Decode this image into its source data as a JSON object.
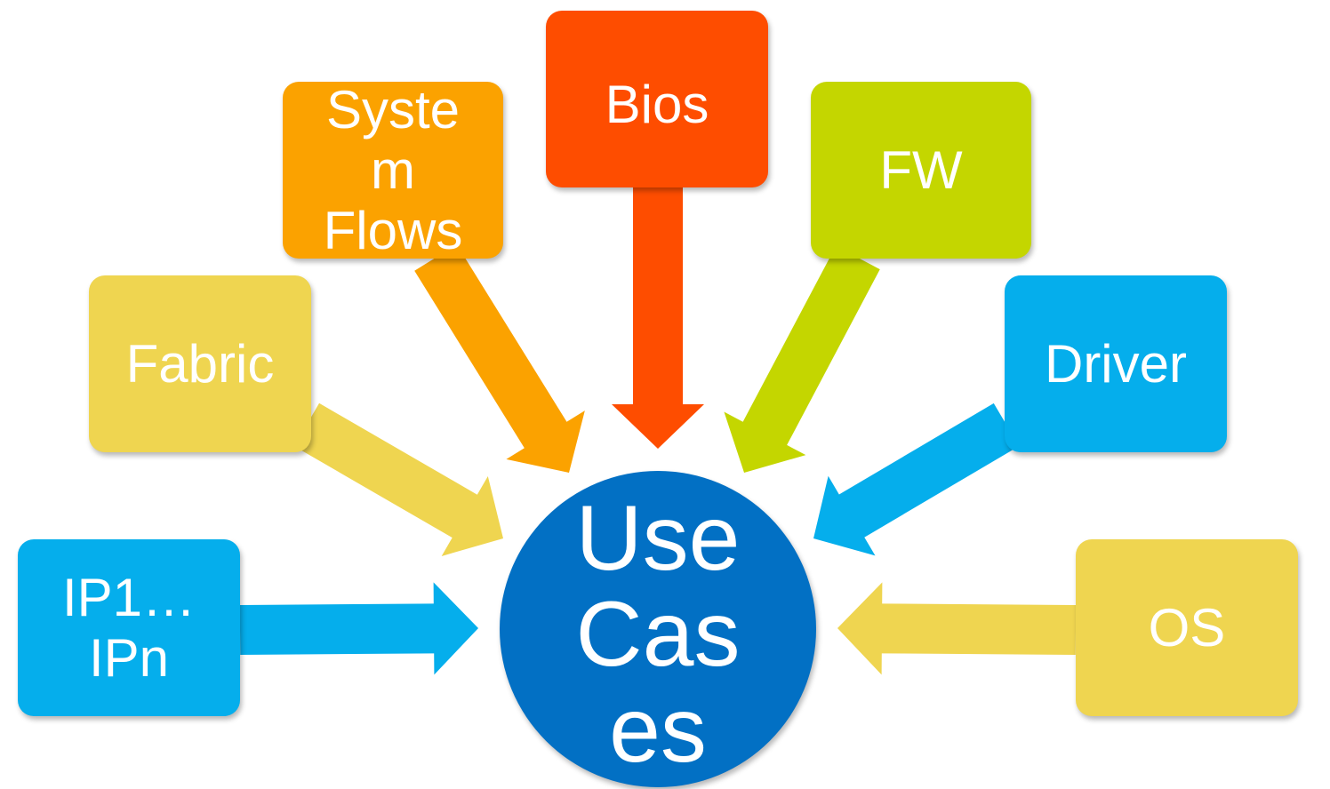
{
  "diagram": {
    "title": "",
    "hub": {
      "label": "Use\nCas\nes",
      "color": "#0270C4"
    },
    "nodes": [
      {
        "id": "ip",
        "label": "IP1…\nIPn",
        "color": "#05AEEC"
      },
      {
        "id": "fabric",
        "label": "Fabric",
        "color": "#EFD550"
      },
      {
        "id": "system-flows",
        "label": "Syste\nm\nFlows",
        "color": "#FBA200"
      },
      {
        "id": "bios",
        "label": "Bios",
        "color": "#FE4D00"
      },
      {
        "id": "fw",
        "label": "FW",
        "color": "#C4D600"
      },
      {
        "id": "driver",
        "label": "Driver",
        "color": "#05AEEC"
      },
      {
        "id": "os",
        "label": "OS",
        "color": "#EFD550"
      }
    ],
    "edges": [
      {
        "from": "ip",
        "to": "hub"
      },
      {
        "from": "fabric",
        "to": "hub"
      },
      {
        "from": "system-flows",
        "to": "hub"
      },
      {
        "from": "bios",
        "to": "hub"
      },
      {
        "from": "fw",
        "to": "hub"
      },
      {
        "from": "driver",
        "to": "hub"
      },
      {
        "from": "os",
        "to": "hub"
      }
    ]
  }
}
